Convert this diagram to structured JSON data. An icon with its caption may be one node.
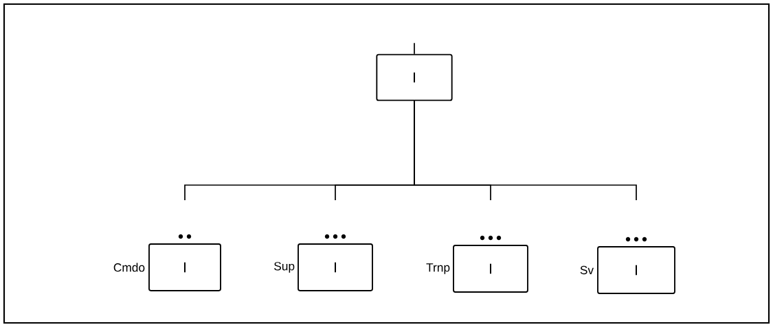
{
  "diagram": {
    "nodes": [
      {
        "text": [
          "I"
        ]
      },
      {
        "text": [
          "I"
        ],
        "beside": [
          "Cmdo"
        ]
      },
      {
        "text": [
          "I"
        ],
        "beside": [
          "Sup"
        ]
      },
      {
        "text": [
          "I"
        ],
        "beside": [
          "Trnp"
        ]
      },
      {
        "text": [
          "I"
        ],
        "beside": [
          "Sv"
        ]
      }
    ],
    "edges": [
      {
        "from": null,
        "to": 0,
        "arrow": "none"
      },
      {
        "from": 0,
        "to": 1,
        "arrow": "none"
      },
      {
        "from": 0,
        "to": 2,
        "arrow": "none"
      },
      {
        "from": 0,
        "to": 3,
        "arrow": "none"
      },
      {
        "from": 0,
        "to": 4,
        "arrow": "none"
      }
    ]
  }
}
